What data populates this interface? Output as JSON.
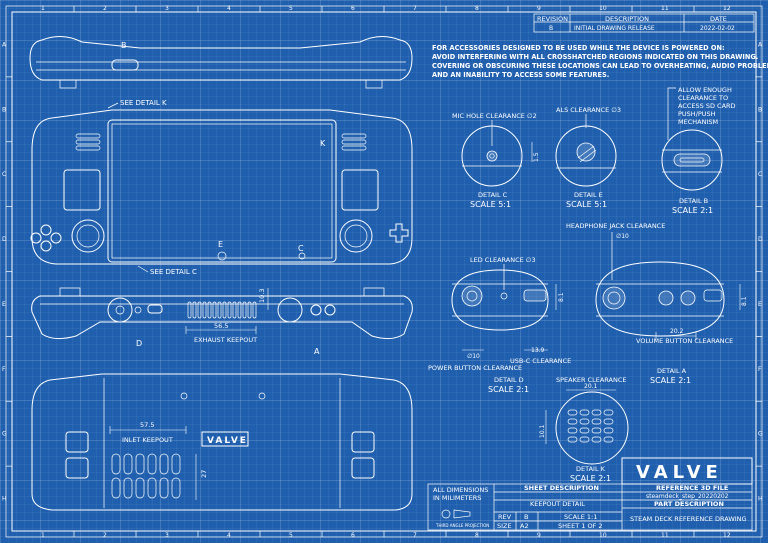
{
  "grid": {
    "columns": [
      "1",
      "2",
      "3",
      "4",
      "5",
      "6",
      "7",
      "8",
      "9",
      "10",
      "11",
      "12"
    ],
    "rows": [
      "A",
      "B",
      "C",
      "D",
      "E",
      "F",
      "G",
      "H"
    ]
  },
  "revision_table": {
    "headers": [
      "REVISION",
      "DESCRIPTION",
      "DATE"
    ],
    "row": [
      "B",
      "INITIAL DRAWING RELEASE",
      "2022-02-02"
    ]
  },
  "notice": [
    "FOR ACCESSORIES DESIGNED TO BE USED WHILE THE DEVICE IS  POWERED ON:",
    "AVOID INTERFERING WITH ALL CROSSHATCHED REGIONS INDICATED ON THIS DRAWING.",
    "COVERING OR OBSCURING THESE LOCATIONS CAN LEAD TO OVERHEATING, AUDIO PROBLEMS,",
    "AND AN INABILITY TO ACCESS SOME FEATURES."
  ],
  "callouts": {
    "b_top": "B",
    "see_detail_k": "SEE DETAIL K",
    "k_mark": "K",
    "e_mark": "E",
    "c_mark": "C",
    "see_detail_c": "SEE DETAIL C",
    "d_mark": "D",
    "a_mark": "A",
    "exhaust_dim": "56.5",
    "exhaust_label": "EXHAUST KEEPOUT",
    "height_dim": "10.3",
    "inlet_dim": "57.5",
    "inlet_label": "INLET KEEPOUT",
    "inlet_height_dim": "27",
    "logo_back": "VALVE"
  },
  "details": {
    "c": {
      "clearance": "MIC HOLE CLEARANCE  ∅2",
      "name": "DETAIL C",
      "scale": "SCALE 5:1",
      "dim": "1.5"
    },
    "e": {
      "clearance": "ALS CLEARANCE  ∅3",
      "name": "DETAIL E",
      "scale": "SCALE 5:1"
    },
    "b": {
      "clearance": [
        "ALLOW ENOUGH",
        "CLEARANCE TO",
        "ACCESS SD CARD",
        "PUSH/PUSH",
        "MECHANISM"
      ],
      "name": "DETAIL B",
      "scale": "SCALE 2:1"
    },
    "d": {
      "led": "LED CLEARANCE  ∅3",
      "power_dim": "∅10",
      "power": "POWER BUTTON CLEARANCE",
      "usbc_dim": "13.9",
      "usbc": "USB-C CLEARANCE",
      "side_dim": "8.1",
      "name": "DETAIL D",
      "scale": "SCALE 2:1"
    },
    "a": {
      "headphone": "HEADPHONE JACK CLEARANCE",
      "hp_dim": "∅10",
      "vol_dim": "20.2",
      "vol": "VOLUME BUTTON CLEARANCE",
      "side_dim": "8.1",
      "name": "DETAIL A",
      "scale": "SCALE 2:1"
    },
    "k": {
      "speaker": "SPEAKER CLEARANCE",
      "width_dim": "20.1",
      "height_dim": "10.1",
      "name": "DETAIL K",
      "scale": "SCALE 2:1"
    }
  },
  "title_block": {
    "logo": "VALVE",
    "dims_note": [
      "ALL DIMENSIONS",
      "IN MILIMETERS"
    ],
    "projection": "THIRD ANGLE PROJECTION",
    "sheet_desc_h": "SHEET DESCRIPTION",
    "sheet_desc": "KEEPOUT DETAIL",
    "ref_h": "REFERENCE 3D FILE",
    "ref": "steamdeck_step_20220202",
    "part_h": "PART DESCRIPTION",
    "part": "STEAM DECK REFERENCE DRAWING",
    "rev_l": "REV",
    "rev": "B",
    "size_l": "SIZE",
    "size": "A2",
    "scale": "SCALE 1:1",
    "sheet": "SHEET 1 OF 2"
  },
  "colors": {
    "background": "#1f5fae",
    "line": "#ffffff"
  }
}
